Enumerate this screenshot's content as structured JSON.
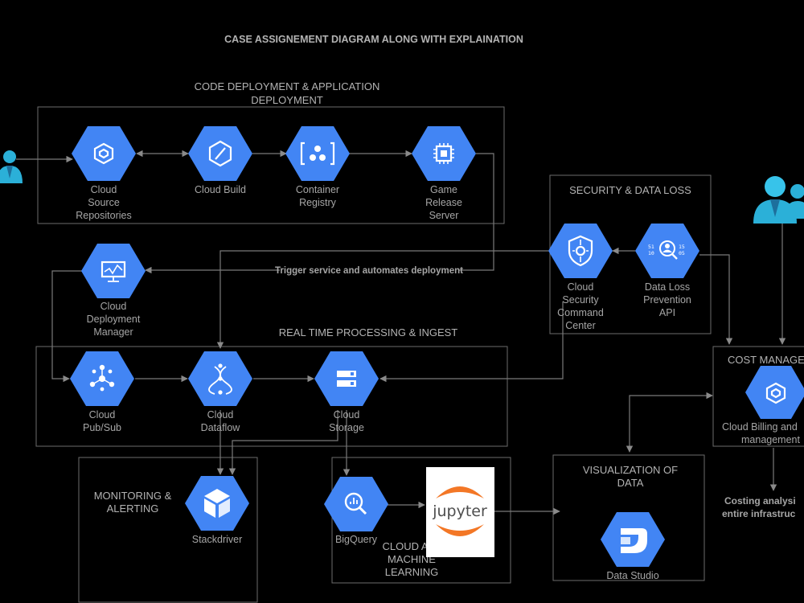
{
  "title": "CASE ASSIGNEMENT DIAGRAM ALONG WITH EXPLAINATION",
  "groups": {
    "code_deployment": [
      "CODE DEPLOYMENT & APPLICATION",
      "DEPLOYMENT"
    ],
    "security": "SECURITY & DATA LOSS",
    "realtime": "REAL TIME PROCESSING & INGEST",
    "monitoring": [
      "MONITORING &",
      "ALERTING"
    ],
    "ai_ml": [
      "CLOUD AI &",
      "MACHINE",
      "LEARNING"
    ],
    "visualization": [
      "VISUALIZATION OF",
      "DATA"
    ],
    "cost": "COST MANAGE"
  },
  "nodes": {
    "source_repos": [
      "Cloud",
      "Source",
      "Repositories"
    ],
    "cloud_build": [
      "Cloud Build"
    ],
    "container_registry": [
      "Container",
      "Registry"
    ],
    "game_release": [
      "Game",
      "Release",
      "Server"
    ],
    "deployment_manager": [
      "Cloud",
      "Deployment",
      "Manager"
    ],
    "security_center": [
      "Cloud",
      "Security",
      "Command",
      "Center"
    ],
    "dlp_api": [
      "Data Loss",
      "Prevention",
      "API"
    ],
    "pubsub": [
      "Cloud",
      "Pub/Sub"
    ],
    "dataflow": [
      "Cloud",
      "Dataflow"
    ],
    "storage": [
      "Cloud",
      "Storage"
    ],
    "stackdriver": [
      "Stackdriver"
    ],
    "bigquery": [
      "BigQuery"
    ],
    "data_studio": [
      "Data Studio"
    ],
    "billing": [
      "Cloud Billing and",
      "management"
    ],
    "jupyter": "jupyter",
    "dlp_digits": [
      "51",
      "10",
      "15",
      "05"
    ]
  },
  "edge_labels": {
    "trigger": "Trigger service and  automates deployment"
  },
  "notes": {
    "costing": [
      "Costing analysi",
      "entire infrastruc"
    ]
  },
  "colors": {
    "background": "#000000",
    "hex_blue": "#4285f4",
    "user_cyan": "#2bb0d8",
    "jupyter_orange": "#f37726"
  }
}
